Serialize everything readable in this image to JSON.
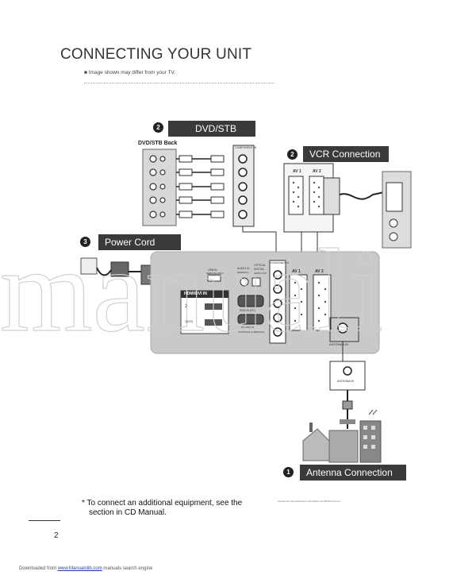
{
  "heading": "CONNECTING YOUR UNIT",
  "note": "Image shown may differ from your TV.",
  "sections": {
    "dvd": {
      "num": "2",
      "label": "DVD/STB",
      "sub": "DVD/STB Back"
    },
    "vcr": {
      "num": "2",
      "label": "VCR Connection"
    },
    "power": {
      "num": "3",
      "label": "Power Cord"
    },
    "antenna": {
      "num": "1",
      "label": "Antenna Connection"
    }
  },
  "panel_labels": {
    "av1": "AV 1",
    "av2": "AV 2",
    "vcr_av1": "AV 1",
    "vcr_av2": "AV 2",
    "hdmi": "HDMI/DVI IN",
    "hdmi_2": "2",
    "hdmi_1": "1(DVI)",
    "usb": "USB IN",
    "service": "SERVICE ONLY",
    "audio_in": "AUDIO IN",
    "rgb_dvi": "(RGB/DVI)",
    "optical": "OPTICAL",
    "digital": "DIGITAL",
    "audio_out": "AUDIO OUT",
    "rgb_in": "RGB IN (PC)",
    "rs232": "RS-232C IN",
    "control": "(CONTROL & SERVICE)",
    "component": "COMPONENT IN",
    "antenna_in": "ANTENNA IN",
    "antenna_in_box": "ANTENNA IN"
  },
  "footnote_line1": "* To connect an additional equipment, see the",
  "footnote_line2": "section in CD Manual.",
  "page_number": "2",
  "download": {
    "prefix": "Downloaded from",
    "link": "www.Manualslib.com",
    "suffix": "manuals search engine"
  },
  "watermark": "manuali",
  "tiny_text": "Panasonic/manualslib/www.manualslib.com/2016/ref/no/xxx"
}
